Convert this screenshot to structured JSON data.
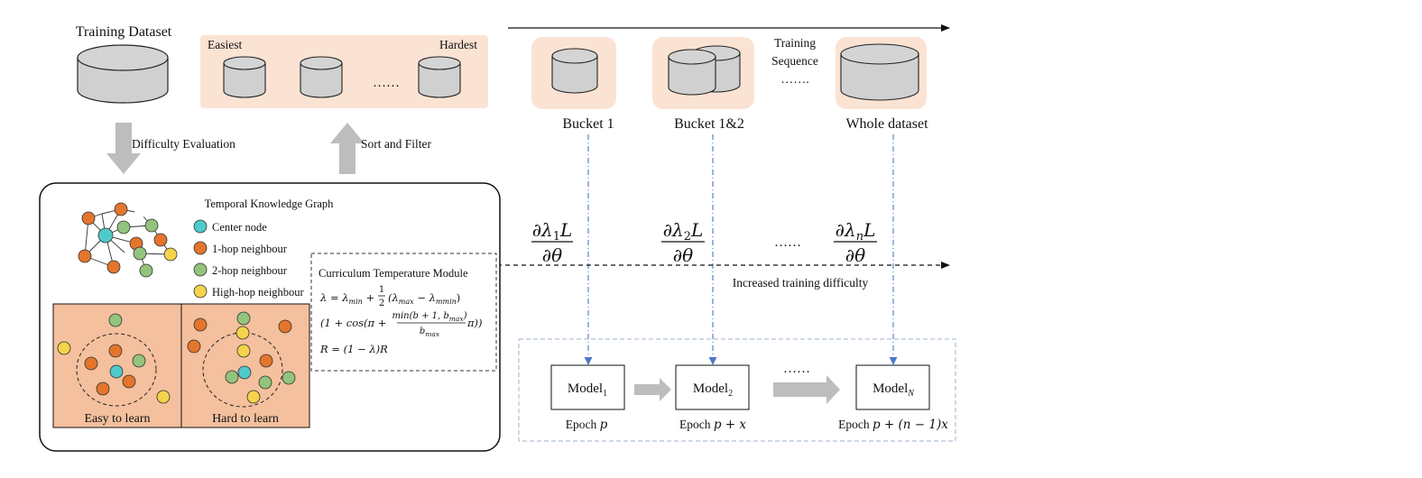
{
  "training_dataset": {
    "title": "Training Dataset"
  },
  "difficulty_evaluation": {
    "label": "Difficulty Evaluation"
  },
  "sort_and_filter": {
    "label": "Sort and Filter"
  },
  "ranked_buckets": {
    "easiest": "Easiest",
    "hardest": "Hardest",
    "ellipsis": "……"
  },
  "training_sequence": {
    "label_line1": "Training",
    "label_line2": "Sequence",
    "ellipsis": "…….",
    "buckets": [
      "Bucket 1",
      "Bucket 1&2",
      "Whole dataset"
    ]
  },
  "tkg": {
    "title": "Temporal Knowledge Graph",
    "legend": [
      {
        "label": "Center node",
        "color": "#4fc9c9"
      },
      {
        "label": "1-hop neighbour",
        "color": "#e4752c"
      },
      {
        "label": "2-hop neighbour",
        "color": "#93c47d"
      },
      {
        "label": "High-hop neighbour",
        "color": "#f5d34a"
      }
    ],
    "easy_label": "Easy to learn",
    "hard_label": "Hard to learn",
    "panel_fill": "#f4c09e"
  },
  "ctm": {
    "title": "Curriculum Temperature Module",
    "lambda_lhs": "λ = λ",
    "lambda_min_sub": "min",
    "plus": "+",
    "half_num": "1",
    "half_den": "2",
    "paren_open": "(λ",
    "max_sub": "max",
    "minus": "− λ",
    "mmin_sub": "mmin",
    "paren_close": ")",
    "line2_left": "(1 + cos(π +",
    "frac_num": "min(b + 1, b",
    "frac_num_sub": "max",
    "frac_num_close": ")",
    "frac_den": "b",
    "frac_den_sub": "max",
    "line2_right": "π))",
    "line3": "R = (1 − λ)R"
  },
  "gradients": {
    "items": [
      {
        "num": "∂λ",
        "sub": "1",
        "tail": "L",
        "den": "∂θ"
      },
      {
        "num": "∂λ",
        "sub": "2",
        "tail": "L",
        "den": "∂θ"
      },
      {
        "num": "∂λ",
        "sub": "n",
        "tail": "L",
        "den": "∂θ"
      }
    ],
    "ellipsis": "……",
    "difficulty_label": "Increased training difficulty"
  },
  "models": {
    "items": [
      {
        "name": "Model",
        "sub": "1",
        "epoch": "Epoch",
        "epoch_expr": "p"
      },
      {
        "name": "Model",
        "sub": "2",
        "epoch": "Epoch",
        "epoch_expr": "p + x"
      },
      {
        "name": "Model",
        "sub": "N",
        "epoch": "Epoch",
        "epoch_expr": "p + (n − 1)x"
      }
    ],
    "ellipsis": "……"
  },
  "colors": {
    "peach": "#fbe3d3",
    "cylinder": "#d0d0d0",
    "arrow_gray": "#bdbdbd",
    "blue_dashed": "#4a78c8",
    "box_dashed": "#9fb3cc"
  }
}
